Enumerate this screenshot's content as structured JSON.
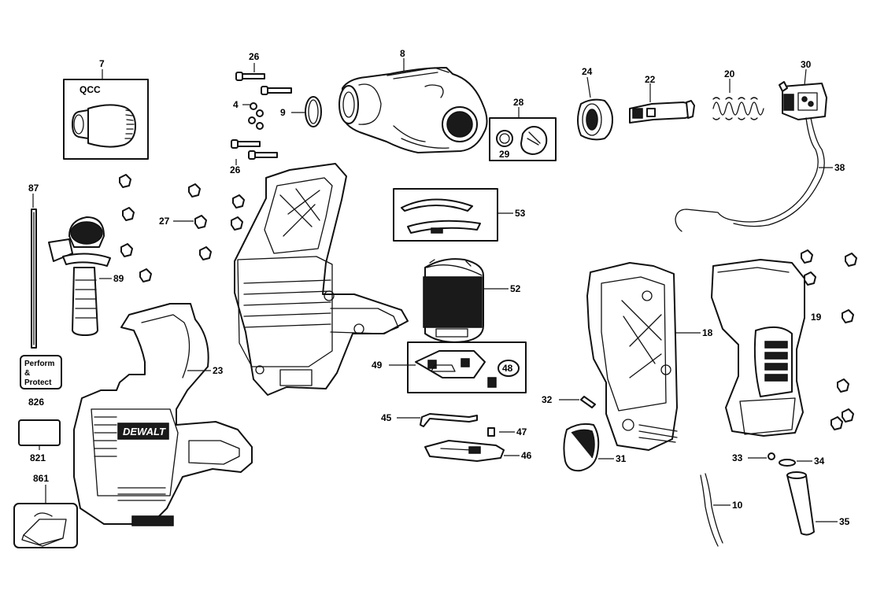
{
  "callouts": {
    "p7": "7",
    "qcc": "QCC",
    "p26a": "26",
    "p26b": "26",
    "p4": "4",
    "p9": "9",
    "p8": "8",
    "p28": "28",
    "p29": "29",
    "p24": "24",
    "p22": "22",
    "p20": "20",
    "p30": "30",
    "p38": "38",
    "p87": "87",
    "p27": "27",
    "p89": "89",
    "p53": "53",
    "p52": "52",
    "p49": "49",
    "p48": "48",
    "p23": "23",
    "p18": "18",
    "p19": "19",
    "p32": "32",
    "p45": "45",
    "p47": "47",
    "p46": "46",
    "p31": "31",
    "p33": "33",
    "p34": "34",
    "p10": "10",
    "p35": "35",
    "p826": "826",
    "p821": "821",
    "p861": "861"
  },
  "perform_protect": {
    "line1": "Perform",
    "line2": "&",
    "line3": "Protect"
  },
  "brand": "DEWALT"
}
